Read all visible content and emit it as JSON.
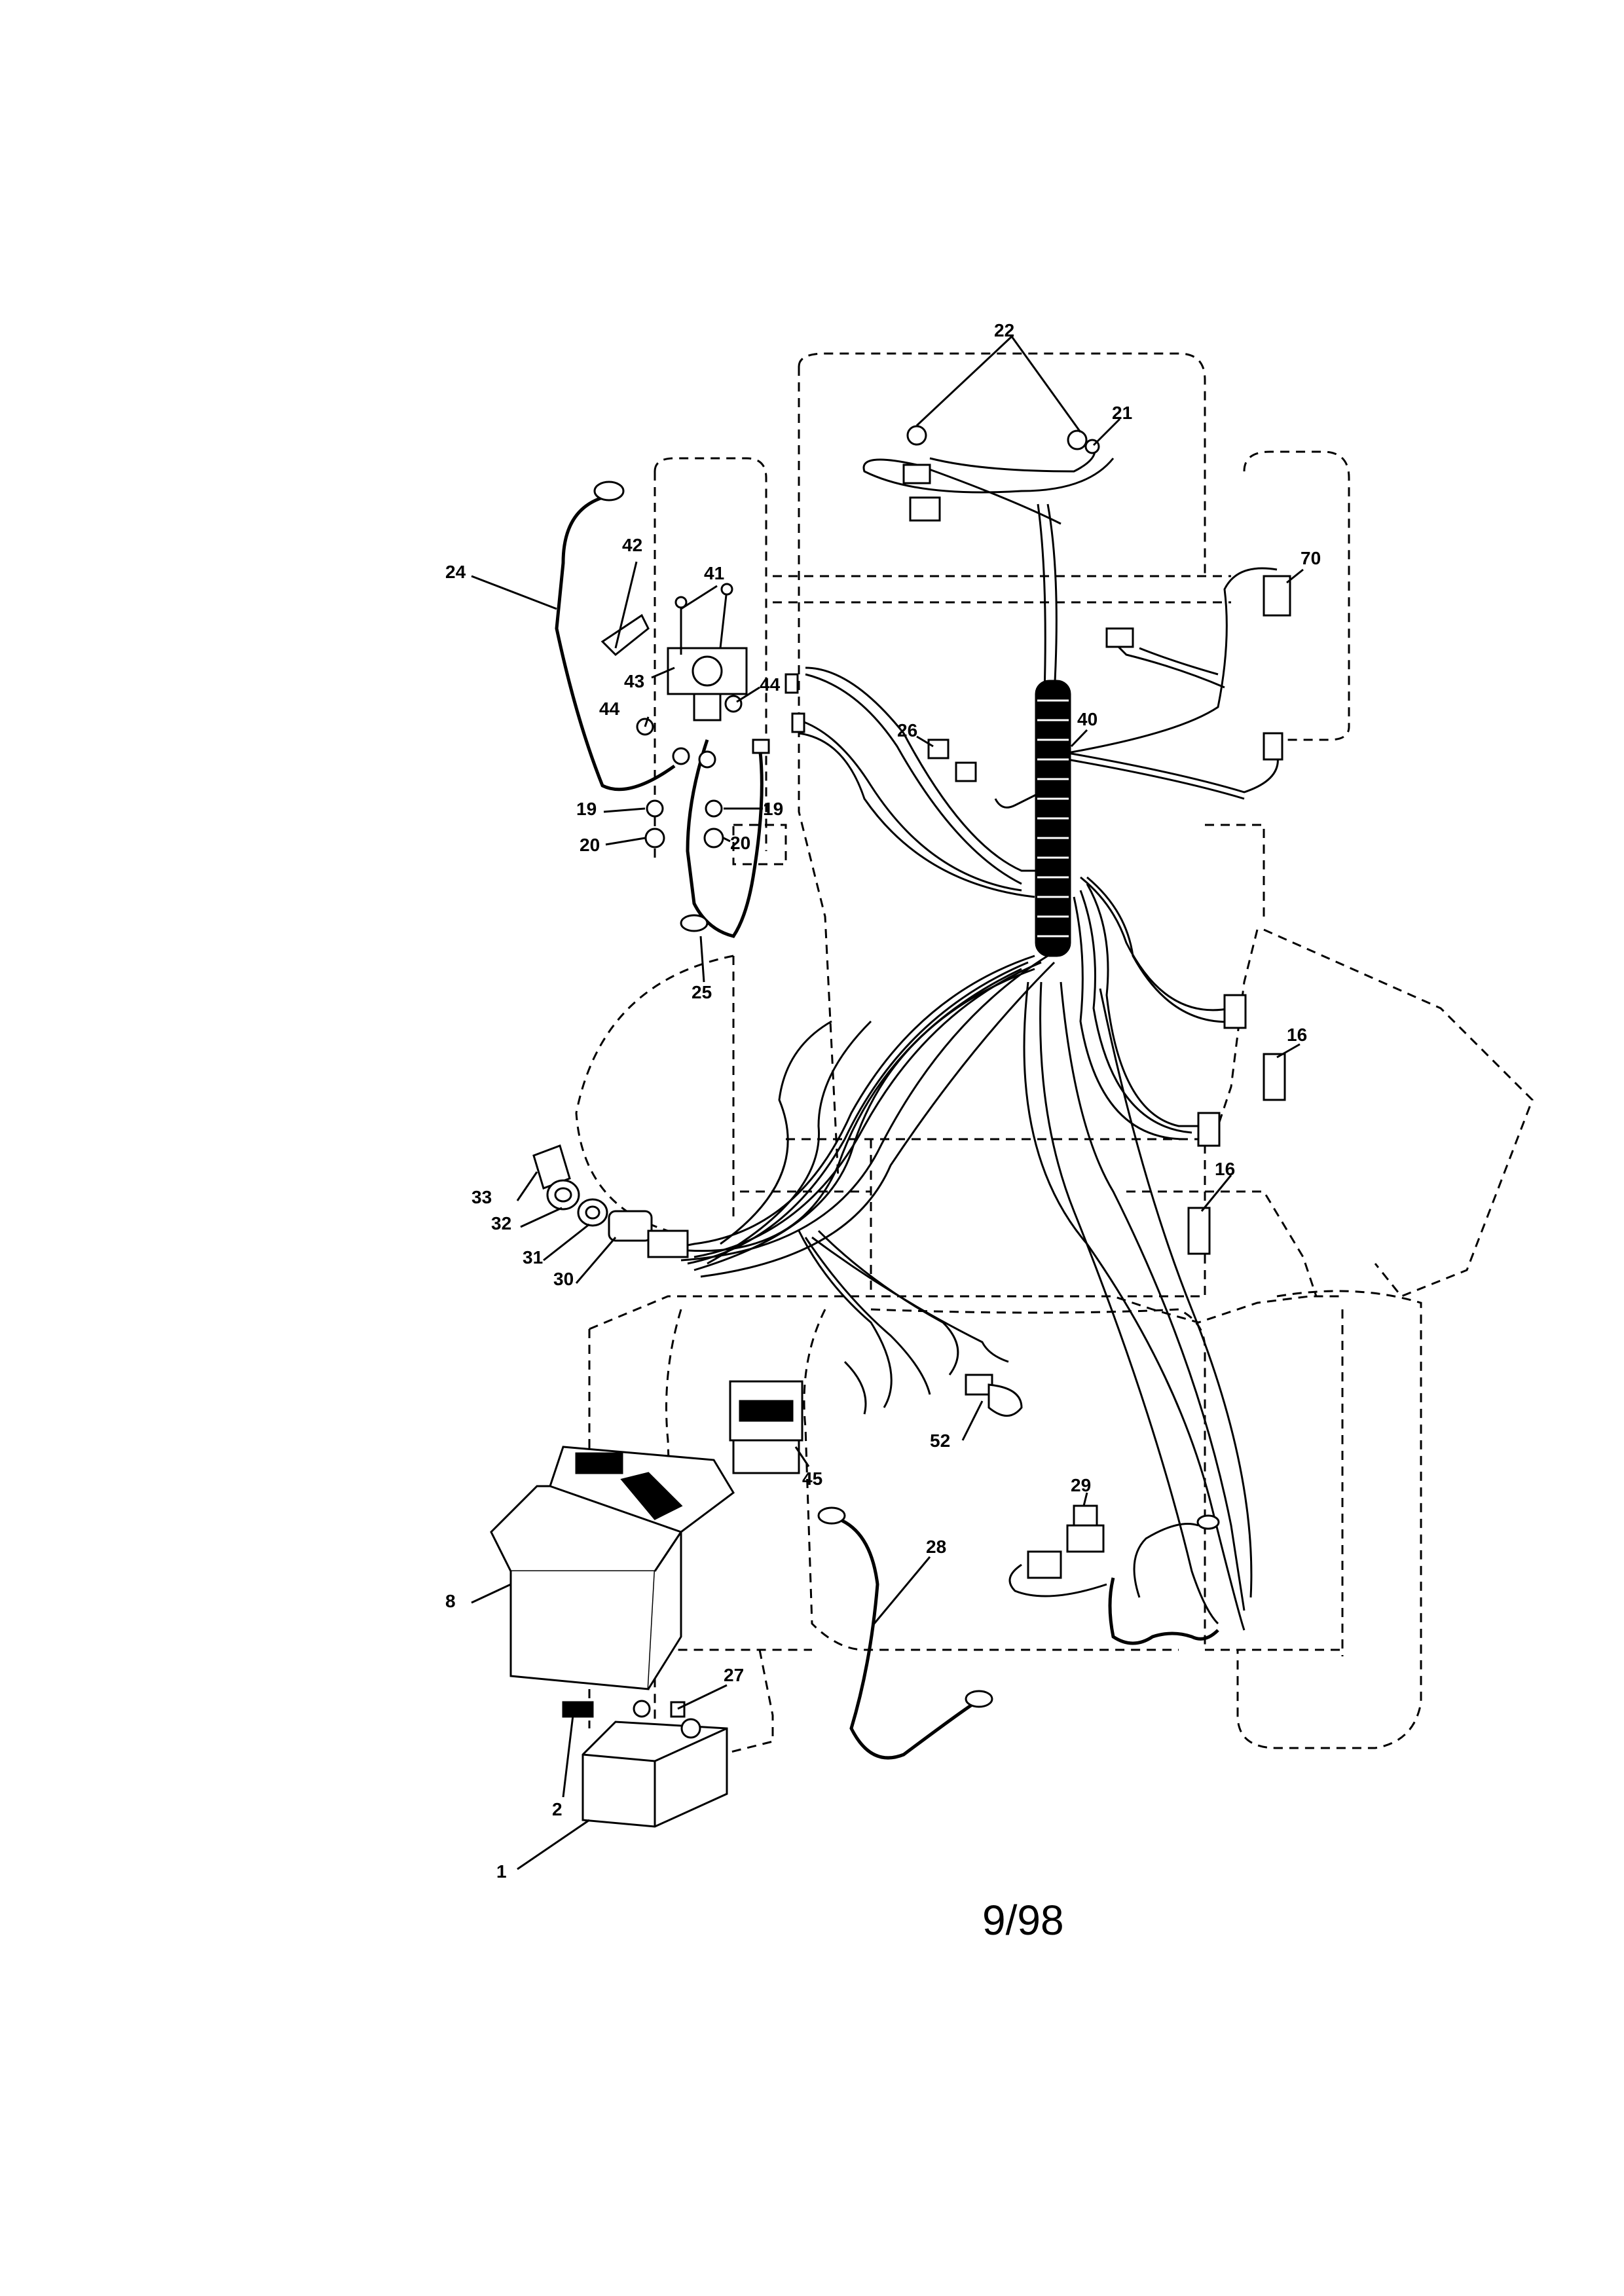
{
  "callouts": {
    "c1": "1",
    "c2": "2",
    "c8": "8",
    "c16a": "16",
    "c16b": "16",
    "c19a": "19",
    "c19b": "19",
    "c20a": "20",
    "c20b": "20",
    "c21": "21",
    "c22": "22",
    "c24": "24",
    "c25": "25",
    "c26": "26",
    "c27": "27",
    "c28": "28",
    "c29": "29",
    "c30": "30",
    "c31": "31",
    "c32": "32",
    "c33": "33",
    "c40": "40",
    "c41": "41",
    "c42": "42",
    "c43": "43",
    "c44a": "44",
    "c44b": "44",
    "c45": "45",
    "c52": "52",
    "c70": "70"
  },
  "date_stamp": "9/98"
}
